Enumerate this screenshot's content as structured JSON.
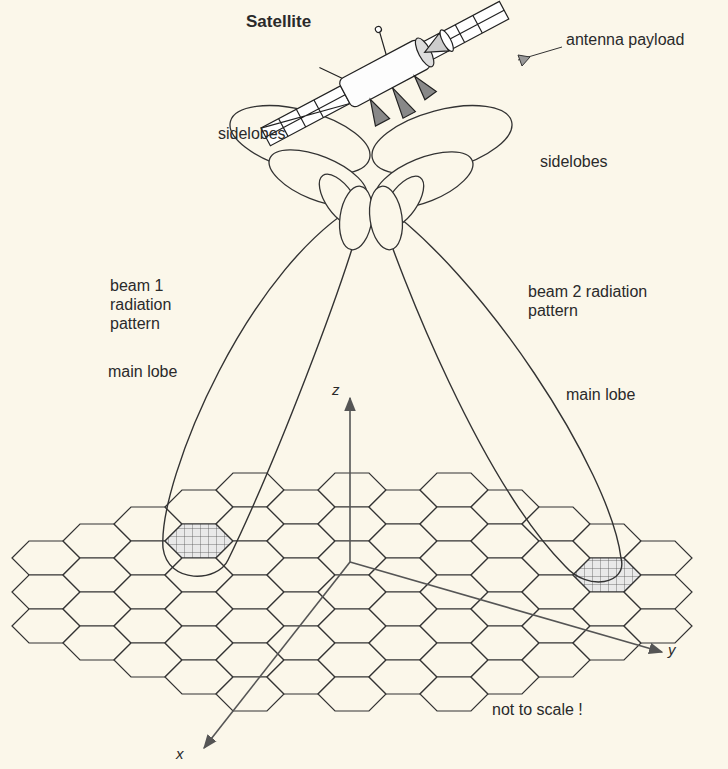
{
  "diagram": {
    "labels": [
      "Satellite",
      "antenna payload",
      "sidelobes",
      "sidelobes",
      "beam 1 radiation pattern",
      "beam 2 radiation pattern",
      "main lobe",
      "main lobe",
      "z",
      "x",
      "y",
      "not to scale !"
    ]
  }
}
